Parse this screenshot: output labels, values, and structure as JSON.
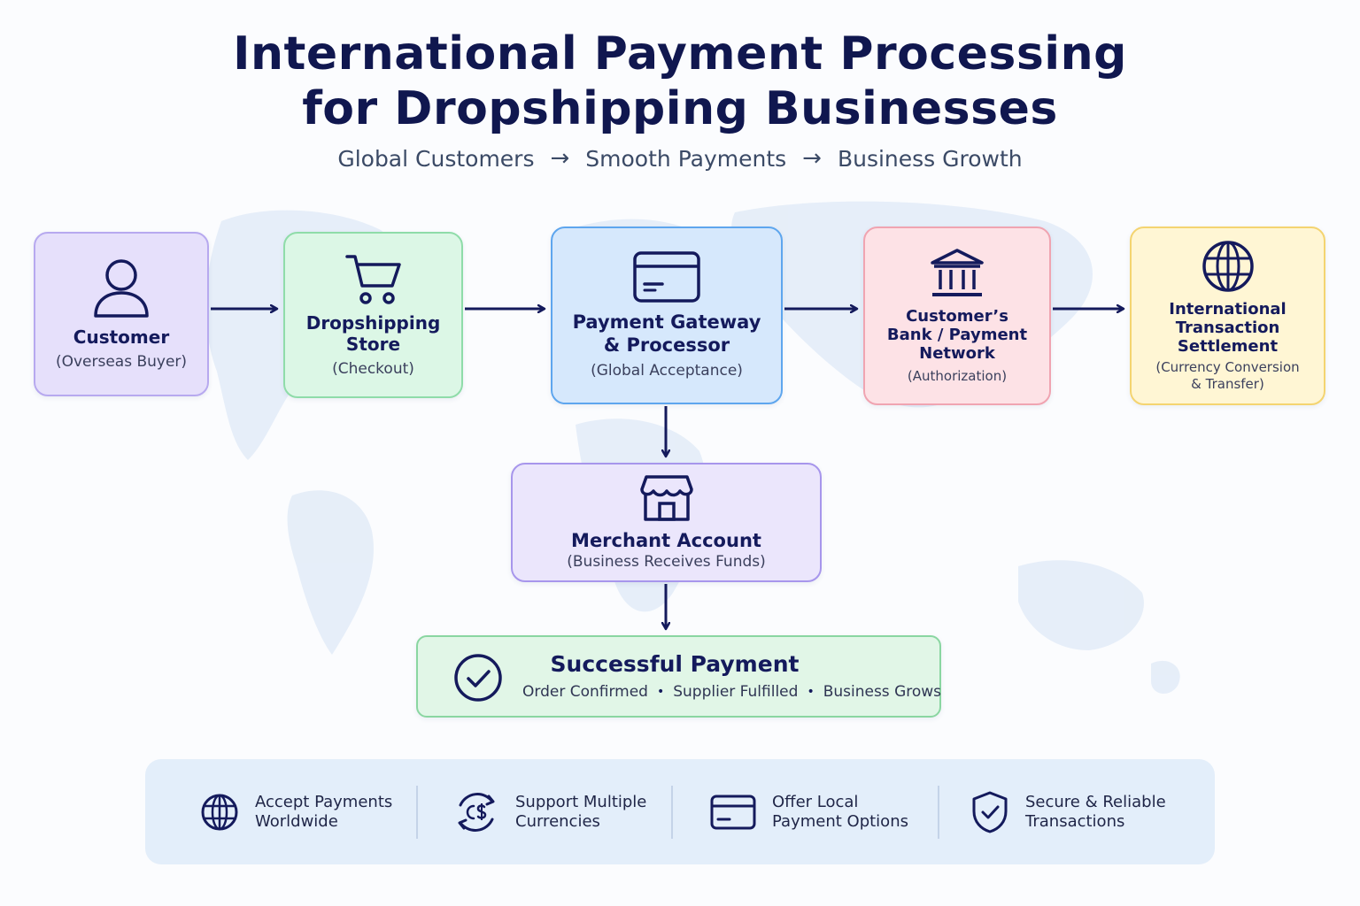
{
  "title": {
    "line1": "International Payment Processing",
    "line2": "for Dropshipping Businesses"
  },
  "subtitle": {
    "step1": "Global Customers",
    "step2": "Smooth Payments",
    "step3": "Business Growth",
    "arrow": "→"
  },
  "nodes": {
    "customer": {
      "name": "Customer",
      "desc": "(Overseas Buyer)",
      "icon": "user-icon"
    },
    "store": {
      "name_line1": "Dropshipping",
      "name_line2": "Store",
      "desc": "(Checkout)",
      "icon": "shopping-cart-icon"
    },
    "gateway": {
      "name_line1": "Payment Gateway",
      "name_line2": "& Processor",
      "desc": "(Global Acceptance)",
      "icon": "credit-card-icon"
    },
    "bank": {
      "name_line1": "Customer’s",
      "name_line2": "Bank / Payment",
      "name_line3": "Network",
      "desc": "(Authorization)",
      "icon": "bank-icon"
    },
    "settlement": {
      "name_line1": "International",
      "name_line2": "Transaction",
      "name_line3": "Settlement",
      "desc_line1": "(Currency Conversion",
      "desc_line2": "& Transfer)",
      "icon": "globe-icon"
    },
    "merchant": {
      "name": "Merchant Account",
      "desc": "(Business Receives Funds)",
      "icon": "storefront-icon"
    }
  },
  "success": {
    "title": "Successful Payment",
    "items": [
      "Order Confirmed",
      "Supplier Fulfilled",
      "Business Grows"
    ],
    "separator": "•",
    "icon": "check-circle-icon"
  },
  "features": [
    {
      "line1": "Accept Payments",
      "line2": "Worldwide",
      "icon": "globe-icon"
    },
    {
      "line1": "Support Multiple",
      "line2": "Currencies",
      "icon": "currency-exchange-icon"
    },
    {
      "line1": "Offer Local",
      "line2": "Payment Options",
      "icon": "credit-card-icon"
    },
    {
      "line1": "Secure & Reliable",
      "line2": "Transactions",
      "icon": "shield-check-icon"
    }
  ],
  "colors": {
    "navy": "#141a5c",
    "customer": "#e6e0fb",
    "store": "#dcf7e6",
    "gateway": "#d6e8fc",
    "bank": "#fde2e6",
    "settlement": "#fff6d4",
    "merchant": "#ebe6fc",
    "success": "#e1f6e7",
    "features": "#e3eefa"
  }
}
